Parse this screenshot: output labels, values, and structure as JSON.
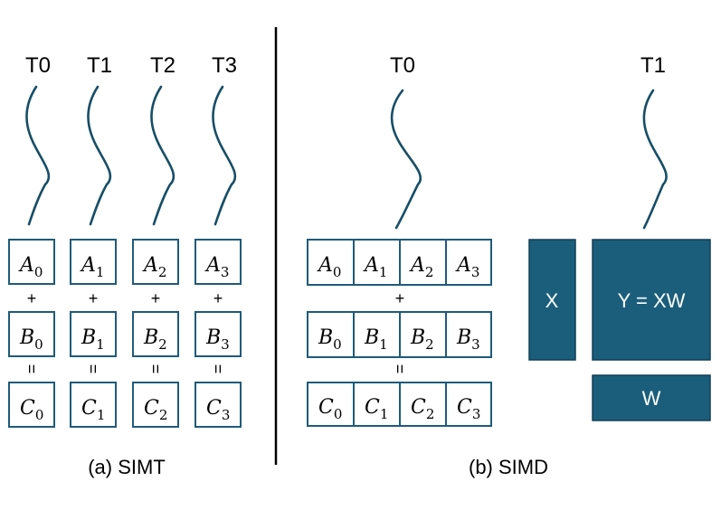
{
  "divider_color": "#000000",
  "accent_color": "#1f5b7a",
  "block_fill_color": "#1b5e7b",
  "simt": {
    "caption": "(a) SIMT",
    "threads": [
      {
        "label": "T0",
        "a": {
          "base": "A",
          "sub": "0"
        },
        "op1": "+",
        "b": {
          "base": "B",
          "sub": "0"
        },
        "op2": "=",
        "c": {
          "base": "C",
          "sub": "0"
        }
      },
      {
        "label": "T1",
        "a": {
          "base": "A",
          "sub": "1"
        },
        "op1": "+",
        "b": {
          "base": "B",
          "sub": "1"
        },
        "op2": "=",
        "c": {
          "base": "C",
          "sub": "1"
        }
      },
      {
        "label": "T2",
        "a": {
          "base": "A",
          "sub": "2"
        },
        "op1": "+",
        "b": {
          "base": "B",
          "sub": "2"
        },
        "op2": "=",
        "c": {
          "base": "C",
          "sub": "2"
        }
      },
      {
        "label": "T3",
        "a": {
          "base": "A",
          "sub": "3"
        },
        "op1": "+",
        "b": {
          "base": "B",
          "sub": "3"
        },
        "op2": "=",
        "c": {
          "base": "C",
          "sub": "3"
        }
      }
    ]
  },
  "simd": {
    "caption": "(b) SIMD",
    "t0": {
      "label": "T0",
      "row_a": [
        {
          "base": "A",
          "sub": "0"
        },
        {
          "base": "A",
          "sub": "1"
        },
        {
          "base": "A",
          "sub": "2"
        },
        {
          "base": "A",
          "sub": "3"
        }
      ],
      "op1": "+",
      "row_b": [
        {
          "base": "B",
          "sub": "0"
        },
        {
          "base": "B",
          "sub": "1"
        },
        {
          "base": "B",
          "sub": "2"
        },
        {
          "base": "B",
          "sub": "3"
        }
      ],
      "op2": "=",
      "row_c": [
        {
          "base": "C",
          "sub": "0"
        },
        {
          "base": "C",
          "sub": "1"
        },
        {
          "base": "C",
          "sub": "2"
        },
        {
          "base": "C",
          "sub": "3"
        }
      ]
    },
    "t1": {
      "label": "T1",
      "x_label": "X",
      "y_label": "Y = XW",
      "w_label": "W"
    }
  }
}
